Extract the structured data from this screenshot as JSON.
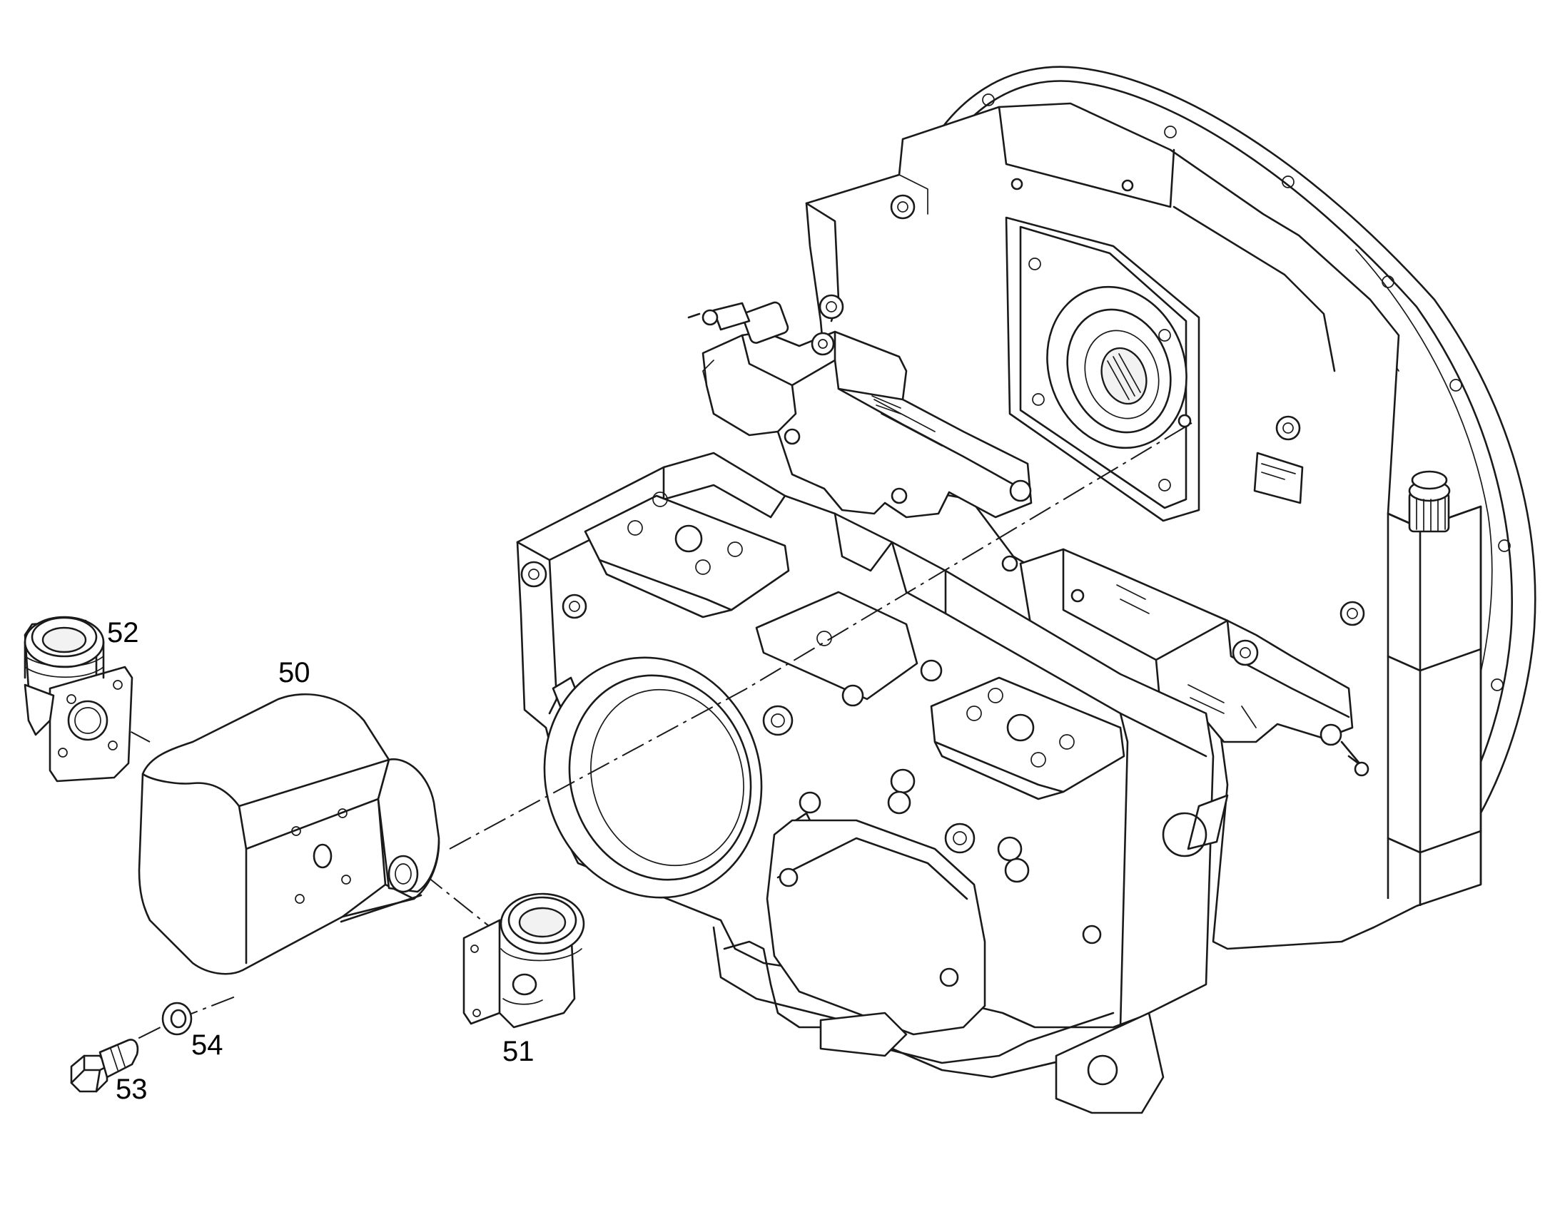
{
  "diagram": {
    "callouts": [
      {
        "id": "c50",
        "label": "50",
        "part": "gear-pump"
      },
      {
        "id": "c51",
        "label": "51",
        "part": "elbow-flange-fitting-lower"
      },
      {
        "id": "c52",
        "label": "52",
        "part": "elbow-flange-fitting-upper"
      },
      {
        "id": "c53",
        "label": "53",
        "part": "hex-bolt"
      },
      {
        "id": "c54",
        "label": "54",
        "part": "washer"
      }
    ]
  }
}
